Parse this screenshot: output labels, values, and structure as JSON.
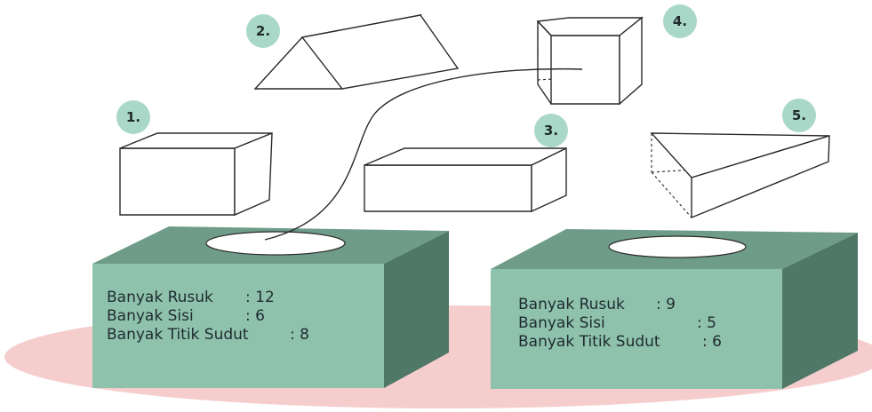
{
  "shapes": [
    {
      "number": "1.",
      "icon": "cube-icon"
    },
    {
      "number": "2.",
      "icon": "triangular-prism-icon"
    },
    {
      "number": "3.",
      "icon": "cuboid-icon"
    },
    {
      "number": "4.",
      "icon": "pentagonal-prism-icon"
    },
    {
      "number": "5.",
      "icon": "triangular-prism-icon"
    }
  ],
  "boxes": [
    {
      "lines": [
        {
          "label": "Banyak Rusuk",
          "value": ": 12"
        },
        {
          "label": "Banyak Sisi",
          "value": ": 6"
        },
        {
          "label": "Banyak Titik Sudut",
          "value": ": 8"
        }
      ]
    },
    {
      "lines": [
        {
          "label": "Banyak Rusuk",
          "value": ": 9"
        },
        {
          "label": "Banyak Sisi",
          "value": ": 5"
        },
        {
          "label": "Banyak Titik Sudut",
          "value": ": 6"
        }
      ]
    }
  ],
  "colors": {
    "badge": "#a9d8c8",
    "box_front": "#8fc2ad",
    "box_top": "#6e9c89",
    "box_side": "#4f7868",
    "floor": "#f6cdcd",
    "slot": "#ffffff"
  }
}
